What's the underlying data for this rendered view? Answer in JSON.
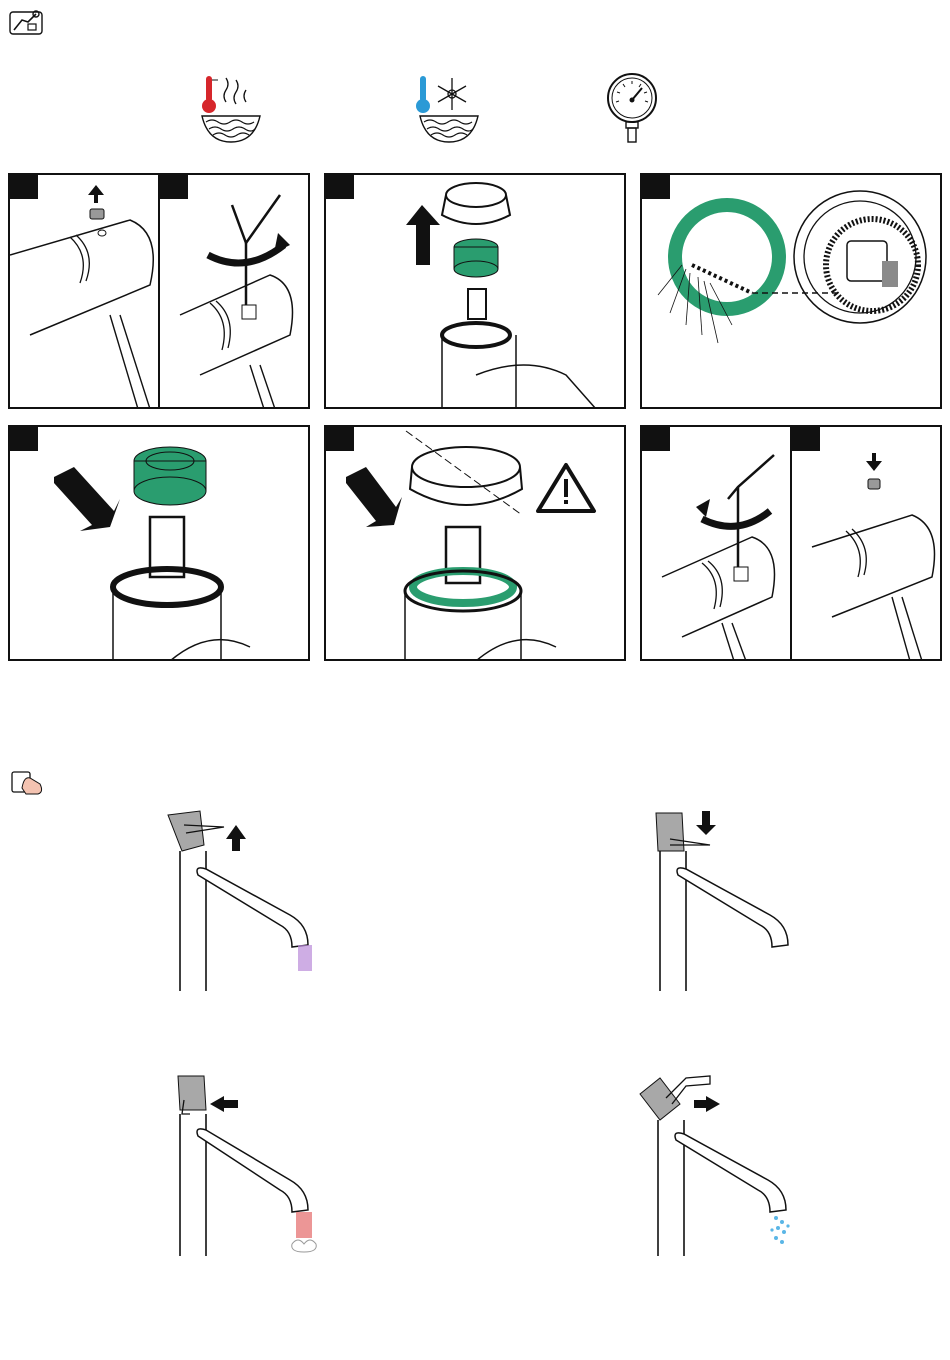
{
  "document": {
    "type": "installation-instructions-pictogram-page",
    "sections": [
      {
        "id": "maintenance",
        "header_icon": "wrench-hand-icon",
        "conditions": [
          "hot-water-thermometer-icon",
          "cold-frost-thermometer-icon",
          "pressure-gauge-icon"
        ],
        "steps": [
          {
            "panel": "1",
            "action": "remove-cap"
          },
          {
            "panel": "2",
            "action": "loosen-screw-with-hex-key"
          },
          {
            "panel": "3",
            "action": "remove-cover-and-limit-stop"
          },
          {
            "panel": "4",
            "action": "adjust-limit-stop-ring"
          },
          {
            "panel": "5",
            "action": "insert-limit-stop"
          },
          {
            "panel": "6",
            "action": "mount-cover-warning"
          },
          {
            "panel": "7",
            "action": "tighten-screw-with-hex-key"
          },
          {
            "panel": "8",
            "action": "insert-cap"
          }
        ]
      },
      {
        "id": "operation",
        "header_icon": "hand-operation-icon",
        "figures": [
          {
            "action": "lever-up-water-on",
            "flow_color": "#b98ad8"
          },
          {
            "action": "lever-down-water-off",
            "flow_color": ""
          },
          {
            "action": "lever-back-hot-water",
            "flow_color": "#e46a6a"
          },
          {
            "action": "lever-forward-cold-water",
            "flow_color": "#5bb6e6"
          }
        ]
      }
    ],
    "colors": {
      "accent_green": "#2a9d6f",
      "hot_red": "#d6262b",
      "cold_blue": "#2b9ad6",
      "handle_gray": "#a8a8a8"
    }
  }
}
